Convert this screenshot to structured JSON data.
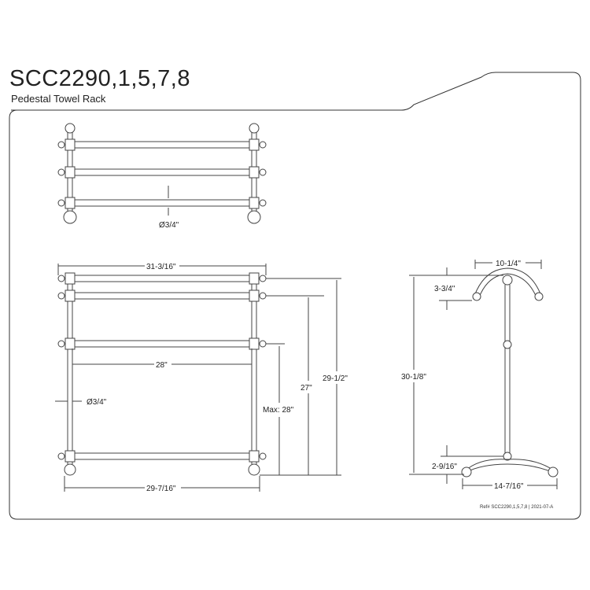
{
  "header": {
    "title": "SCC2290,1,5,7,8",
    "subtitle": "Pedestal Towel Rack"
  },
  "top_view": {
    "diameter": "Ø3/4\""
  },
  "front_view": {
    "overall_width": "31-3/16\"",
    "inner_width": "28\"",
    "bar_diameter": "Ø3/4\"",
    "base_width": "29-7/16\"",
    "max_height": "Max: 28\"",
    "mid_height": "27\"",
    "total_height": "29-1/2\""
  },
  "side_view": {
    "top_width": "10-1/4\"",
    "top_depth": "3-3/4\"",
    "overall_height": "30-1/8\"",
    "base_height": "2-9/16\"",
    "base_width": "14-7/16\""
  },
  "footer": {
    "ref": "Ref# SCC2290,1,5,7,8 | 2021-07-A"
  }
}
